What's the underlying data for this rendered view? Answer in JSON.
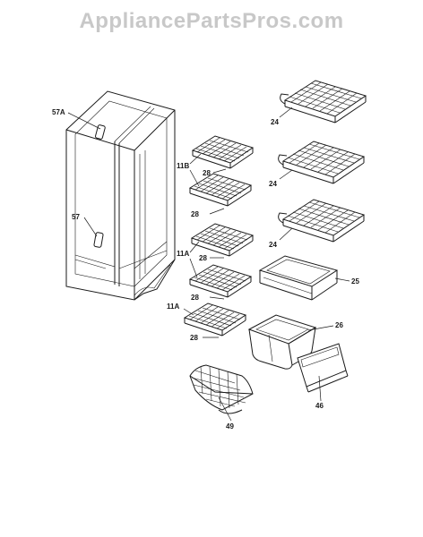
{
  "watermark": "AppliancePartsPros.com",
  "callouts": {
    "c57a": "57A",
    "c57": "57",
    "c11b": "11B",
    "c11a_1": "11A",
    "c11a_2": "11A",
    "c28_1": "28",
    "c28_2": "28",
    "c28_3": "28",
    "c28_4": "28",
    "c28_5": "28",
    "c24_1": "24",
    "c24_2": "24",
    "c24_3": "24",
    "c25": "25",
    "c26": "26",
    "c46": "46",
    "c49": "49"
  }
}
